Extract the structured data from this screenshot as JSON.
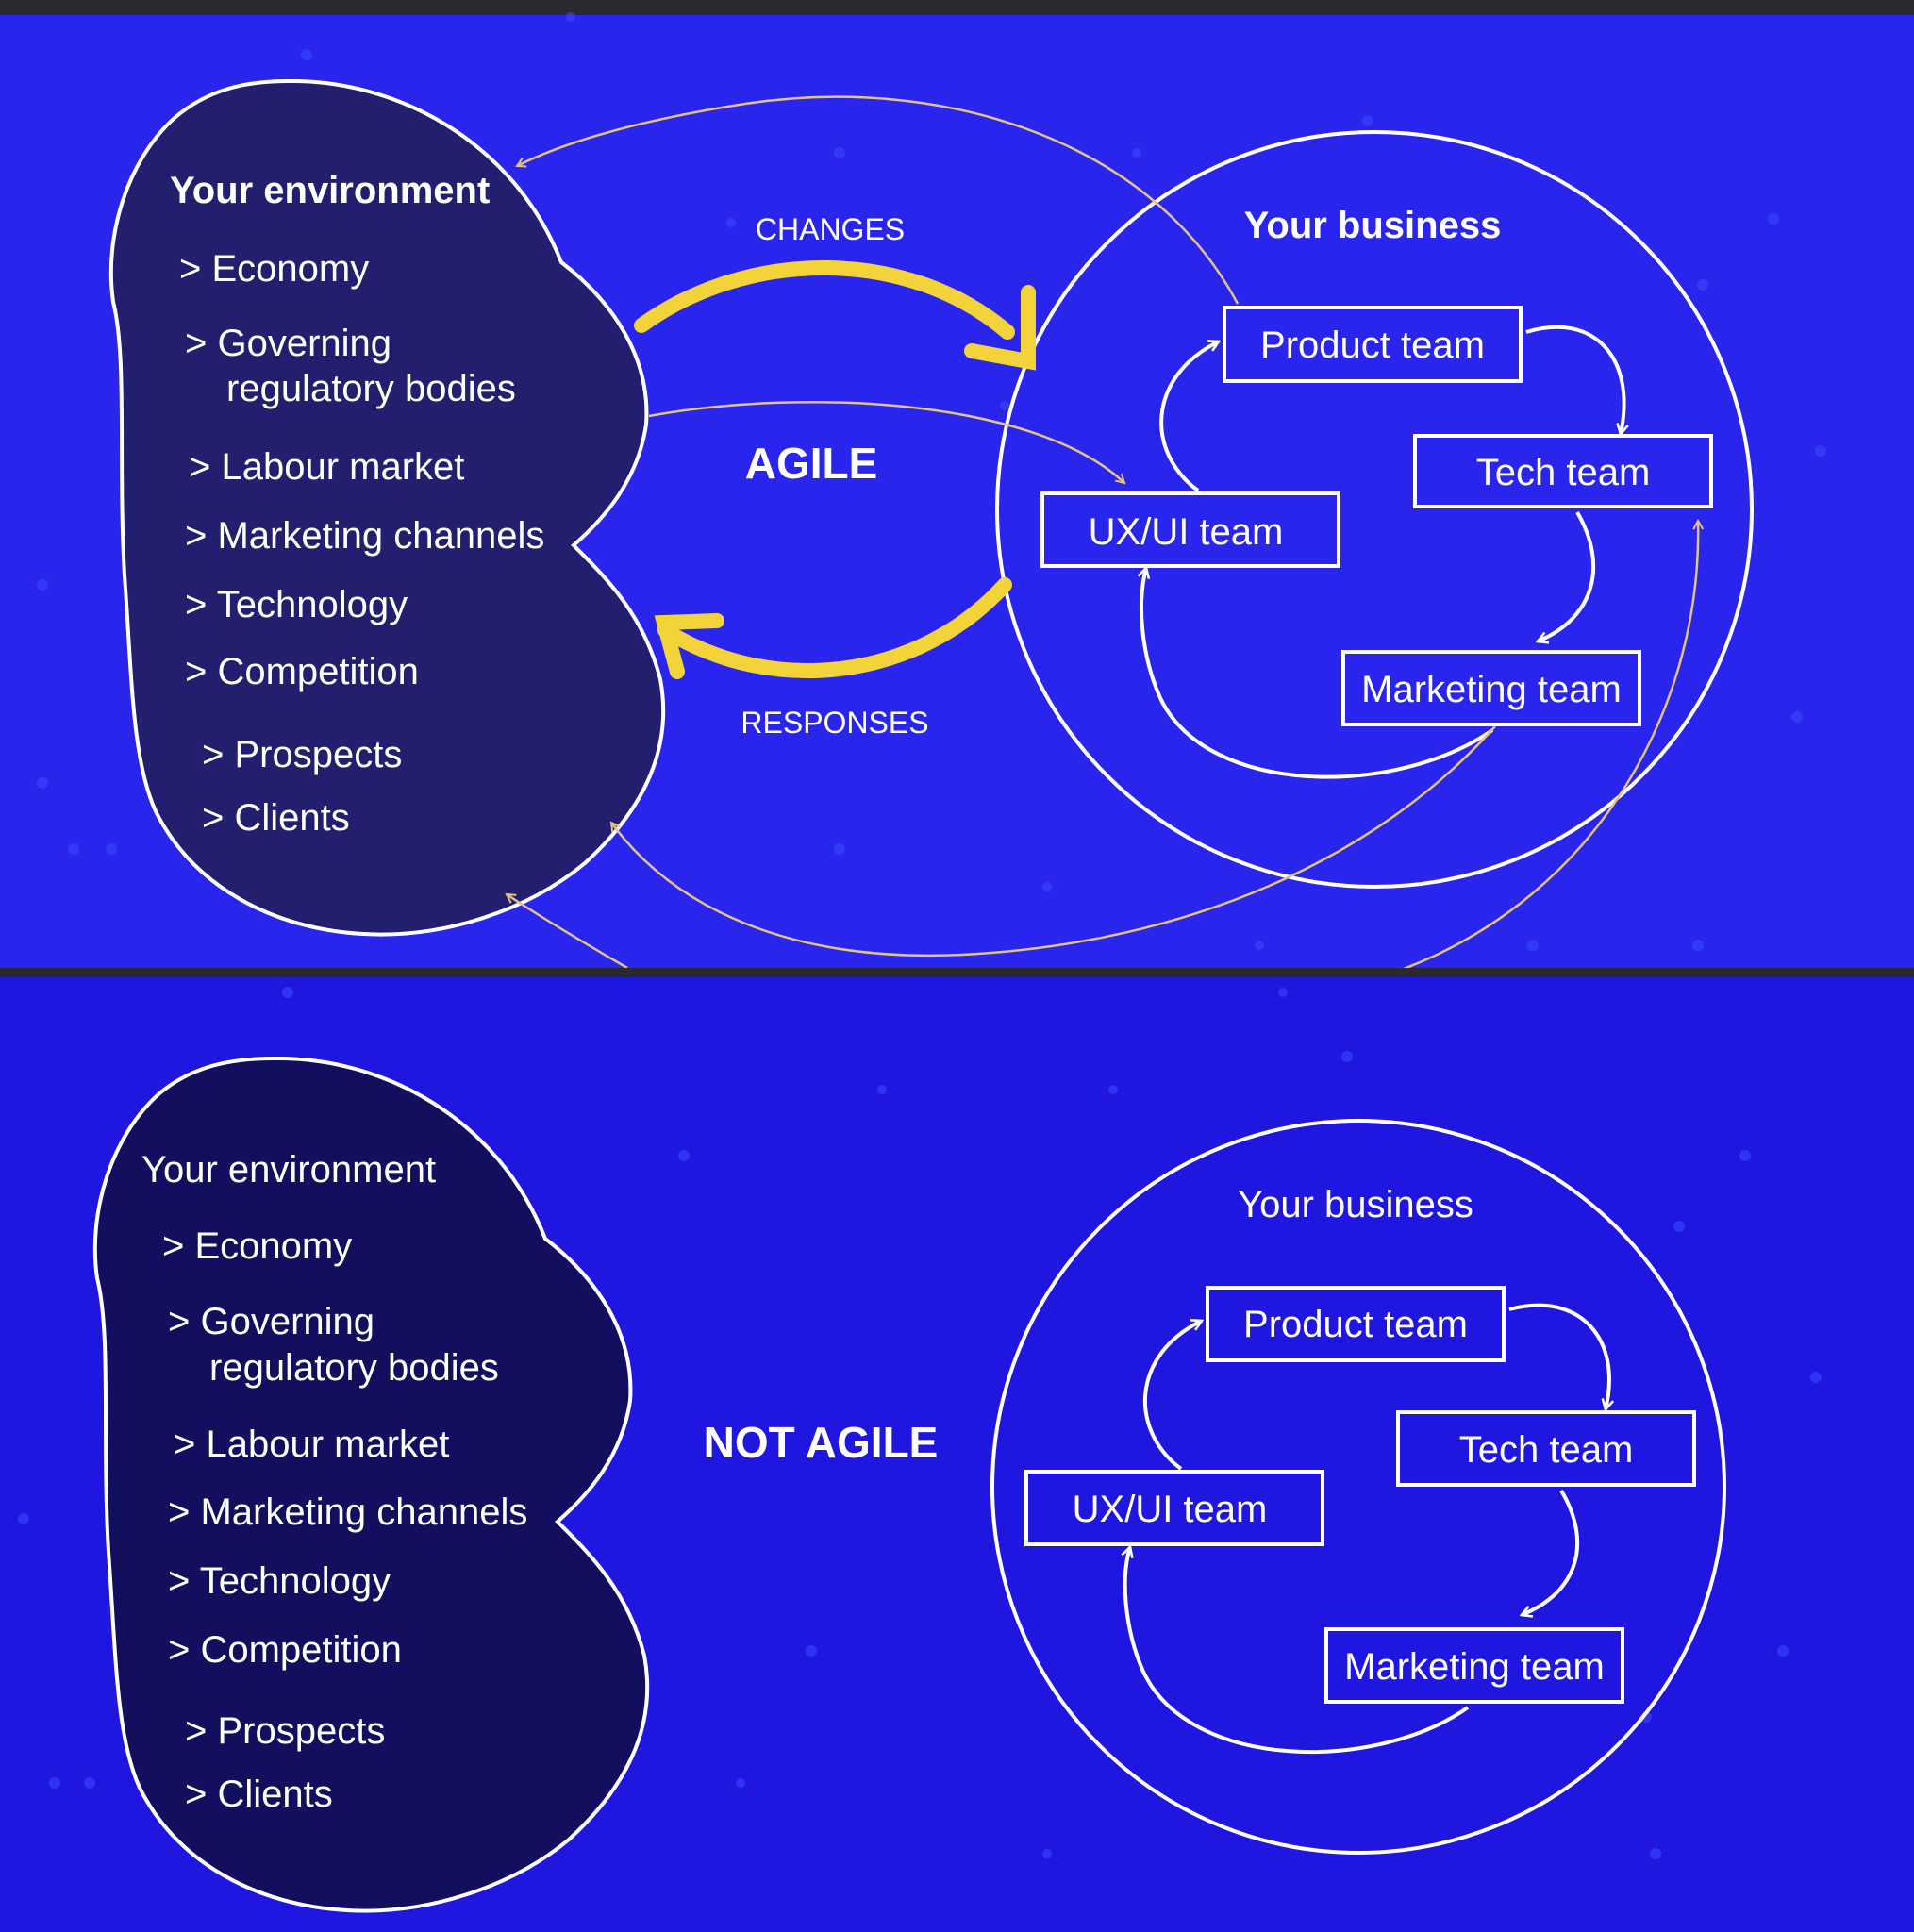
{
  "agile": {
    "label": "AGILE",
    "changes_label": "CHANGES",
    "responses_label": "RESPONSES",
    "environment": {
      "title": "Your environment",
      "items": [
        "> Economy",
        "> Governing",
        "regulatory bodies",
        "> Labour market",
        "> Marketing channels",
        "> Technology",
        "> Competition",
        "> Prospects",
        "> Clients"
      ]
    },
    "business": {
      "title": "Your business",
      "teams": [
        "Product team",
        "Tech team",
        "UX/UI team",
        "Marketing team"
      ]
    }
  },
  "not_agile": {
    "label": "NOT AGILE",
    "environment": {
      "title": "Your environment",
      "items": [
        "> Economy",
        "> Governing",
        "regulatory bodies",
        "> Labour market",
        "> Marketing channels",
        "> Technology",
        "> Competition",
        "> Prospects",
        "> Clients"
      ]
    },
    "business": {
      "title": "Your business",
      "teams": [
        "Product team",
        "Tech team",
        "UX/UI team",
        "Marketing team"
      ]
    }
  },
  "colors": {
    "background_top": "#2a25ec",
    "background_bottom": "#1f17df",
    "environment_fill_top": "#221f6e",
    "environment_fill_bottom": "#110f5e",
    "accent_gold": "#f2d33a",
    "thin_arrow": "#e3c486",
    "outline": "#ffffff"
  }
}
